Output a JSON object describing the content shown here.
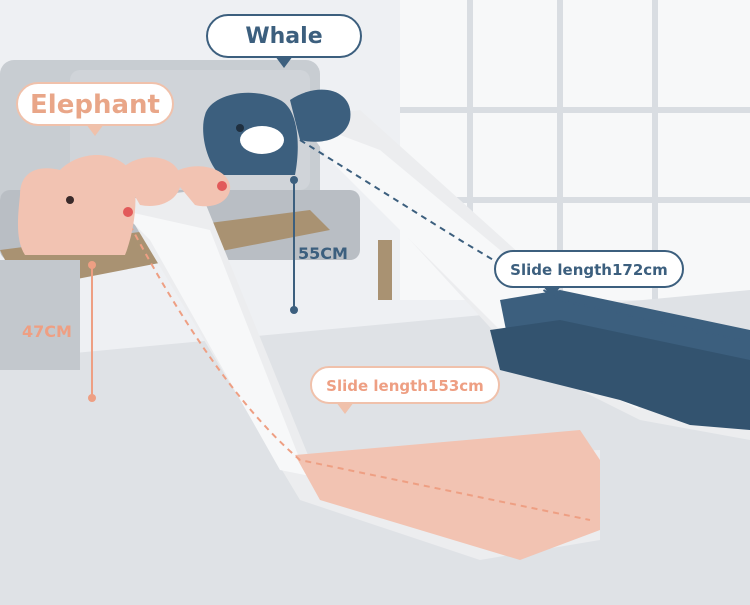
{
  "labels": {
    "elephant": "Elephant",
    "whale": "Whale",
    "height_whale": "55CM",
    "height_elephant": "47CM",
    "slide_length_whale": "Slide length172cm",
    "slide_length_elephant": "Slide length153cm"
  },
  "colors": {
    "pink": "#f2c3b2",
    "pink_text": "#ee9f83",
    "blue": "#3c5f7e",
    "white_slide": "#f3f4f5"
  }
}
